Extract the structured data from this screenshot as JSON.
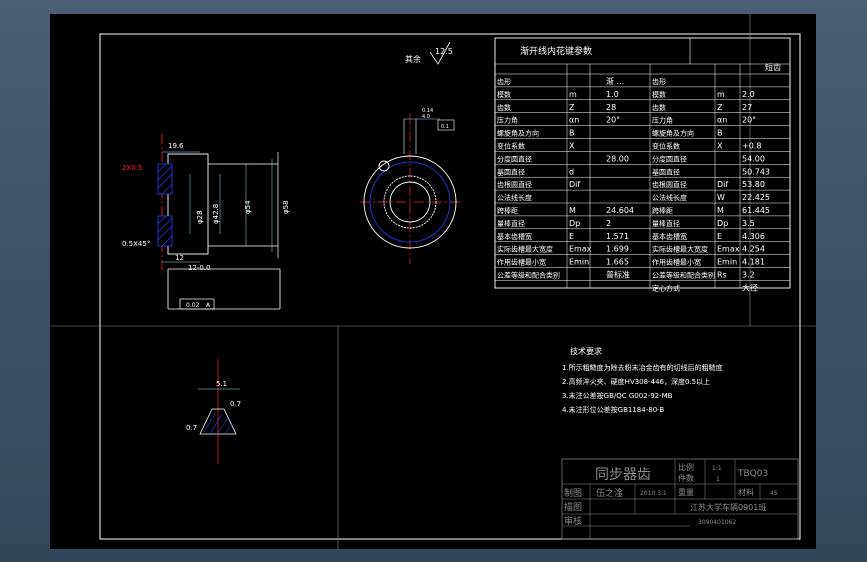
{
  "colors": {
    "line": "#ffffff",
    "dim": "#8fe0ff",
    "center": "#ff2020",
    "hatch": "#2040ff",
    "grid": "#8a8a8a"
  },
  "roughness": {
    "label": "其余",
    "value": "12.5"
  },
  "table": {
    "title": "渐开线内花键参数",
    "short_tooth_header": "短齿",
    "rows": [
      [
        "齿形",
        "",
        "渐 ...",
        "齿形",
        "",
        ""
      ],
      [
        "模数",
        "m",
        "1.0",
        "模数",
        "m",
        "2.0"
      ],
      [
        "齿数",
        "Z",
        "28",
        "齿数",
        "Z",
        "27"
      ],
      [
        "压力角",
        "αn",
        "20°",
        "压力角",
        "αn",
        "20°"
      ],
      [
        "螺旋角及方向",
        "B",
        "",
        "螺旋角及方向",
        "B",
        ""
      ],
      [
        "变位系数",
        "X",
        "",
        "变位系数",
        "X",
        "+0.8"
      ],
      [
        "分度圆直径",
        "",
        "28.00",
        "分度圆直径",
        "",
        "54.00"
      ],
      [
        "基圆直径",
        "d",
        "",
        "基圆直径",
        "",
        "50.743"
      ],
      [
        "齿根圆直径",
        "Dif",
        "",
        "齿根圆直径",
        "Dif",
        "53.80"
      ],
      [
        "公法线长度",
        "",
        "",
        "公法线长度",
        "W",
        "22.425"
      ],
      [
        "跨棒距",
        "M",
        "24.604",
        "跨棒距",
        "M",
        "61.445"
      ],
      [
        "量棒直径",
        "Dp",
        "2",
        "量棒直径",
        "Dp",
        "3.5"
      ],
      [
        "基本齿槽宽",
        "E",
        "1.571",
        "基本齿槽宽",
        "E",
        "4.306"
      ],
      [
        "实际齿槽最大宽度",
        "Emax",
        "1.699",
        "实际齿槽最大宽度",
        "Emax",
        "4.254"
      ],
      [
        "作用齿槽最小宽",
        "Emin",
        "1.665",
        "作用齿槽最小宽",
        "Emin",
        "4.181"
      ],
      [
        "公差等级和配合类别",
        "",
        "普标准",
        "公差等级和配合类别",
        "Rs",
        "3.2"
      ],
      [
        "",
        "",
        "",
        "定心方式",
        "",
        "大径"
      ]
    ]
  },
  "notes": {
    "title": "技术要求",
    "items": [
      "1.所示粗糙度为除去粉末冶金齿有的切线后的粗糙度",
      "2.高频淬火夹、硬度HV308-446，深度0.5以上",
      "3.未注公差按GB/QC G002-92-MB",
      "4.未注形位公差按GB1184-80-B"
    ]
  },
  "title_block": {
    "part_name": "同步器齿",
    "drawing_no": "TBQ03",
    "scale_label": "比例",
    "scale_value": "1:1",
    "qty_label": "件数",
    "qty_value": "1",
    "designer_label": "制图",
    "designer": "伍之淦",
    "date": "2010.3.1",
    "weight_label": "重量",
    "material_label": "材料",
    "material": "45",
    "drawer_label": "描图",
    "checker_label": "审核",
    "school": "江苏大学车辆0901班",
    "student_no": "3090401062"
  },
  "dims": {
    "d_top": "19.6",
    "chamfer_top": "2X0.5",
    "chamfer_bot": "0.5X45°",
    "d12": "12",
    "d12_tol": "12-0.0",
    "phi1": "φ28",
    "phi2": "φ42.8",
    "phi3": "φ54",
    "phi4": "φ58",
    "datum_box": "0.02",
    "datum_letter": "A",
    "ref_014": "0.14",
    "ref_4": "4.0",
    "ref_01": "0.1",
    "detail_w": "5.1",
    "detail_07a": "0.7",
    "detail_07b": "0.7"
  }
}
